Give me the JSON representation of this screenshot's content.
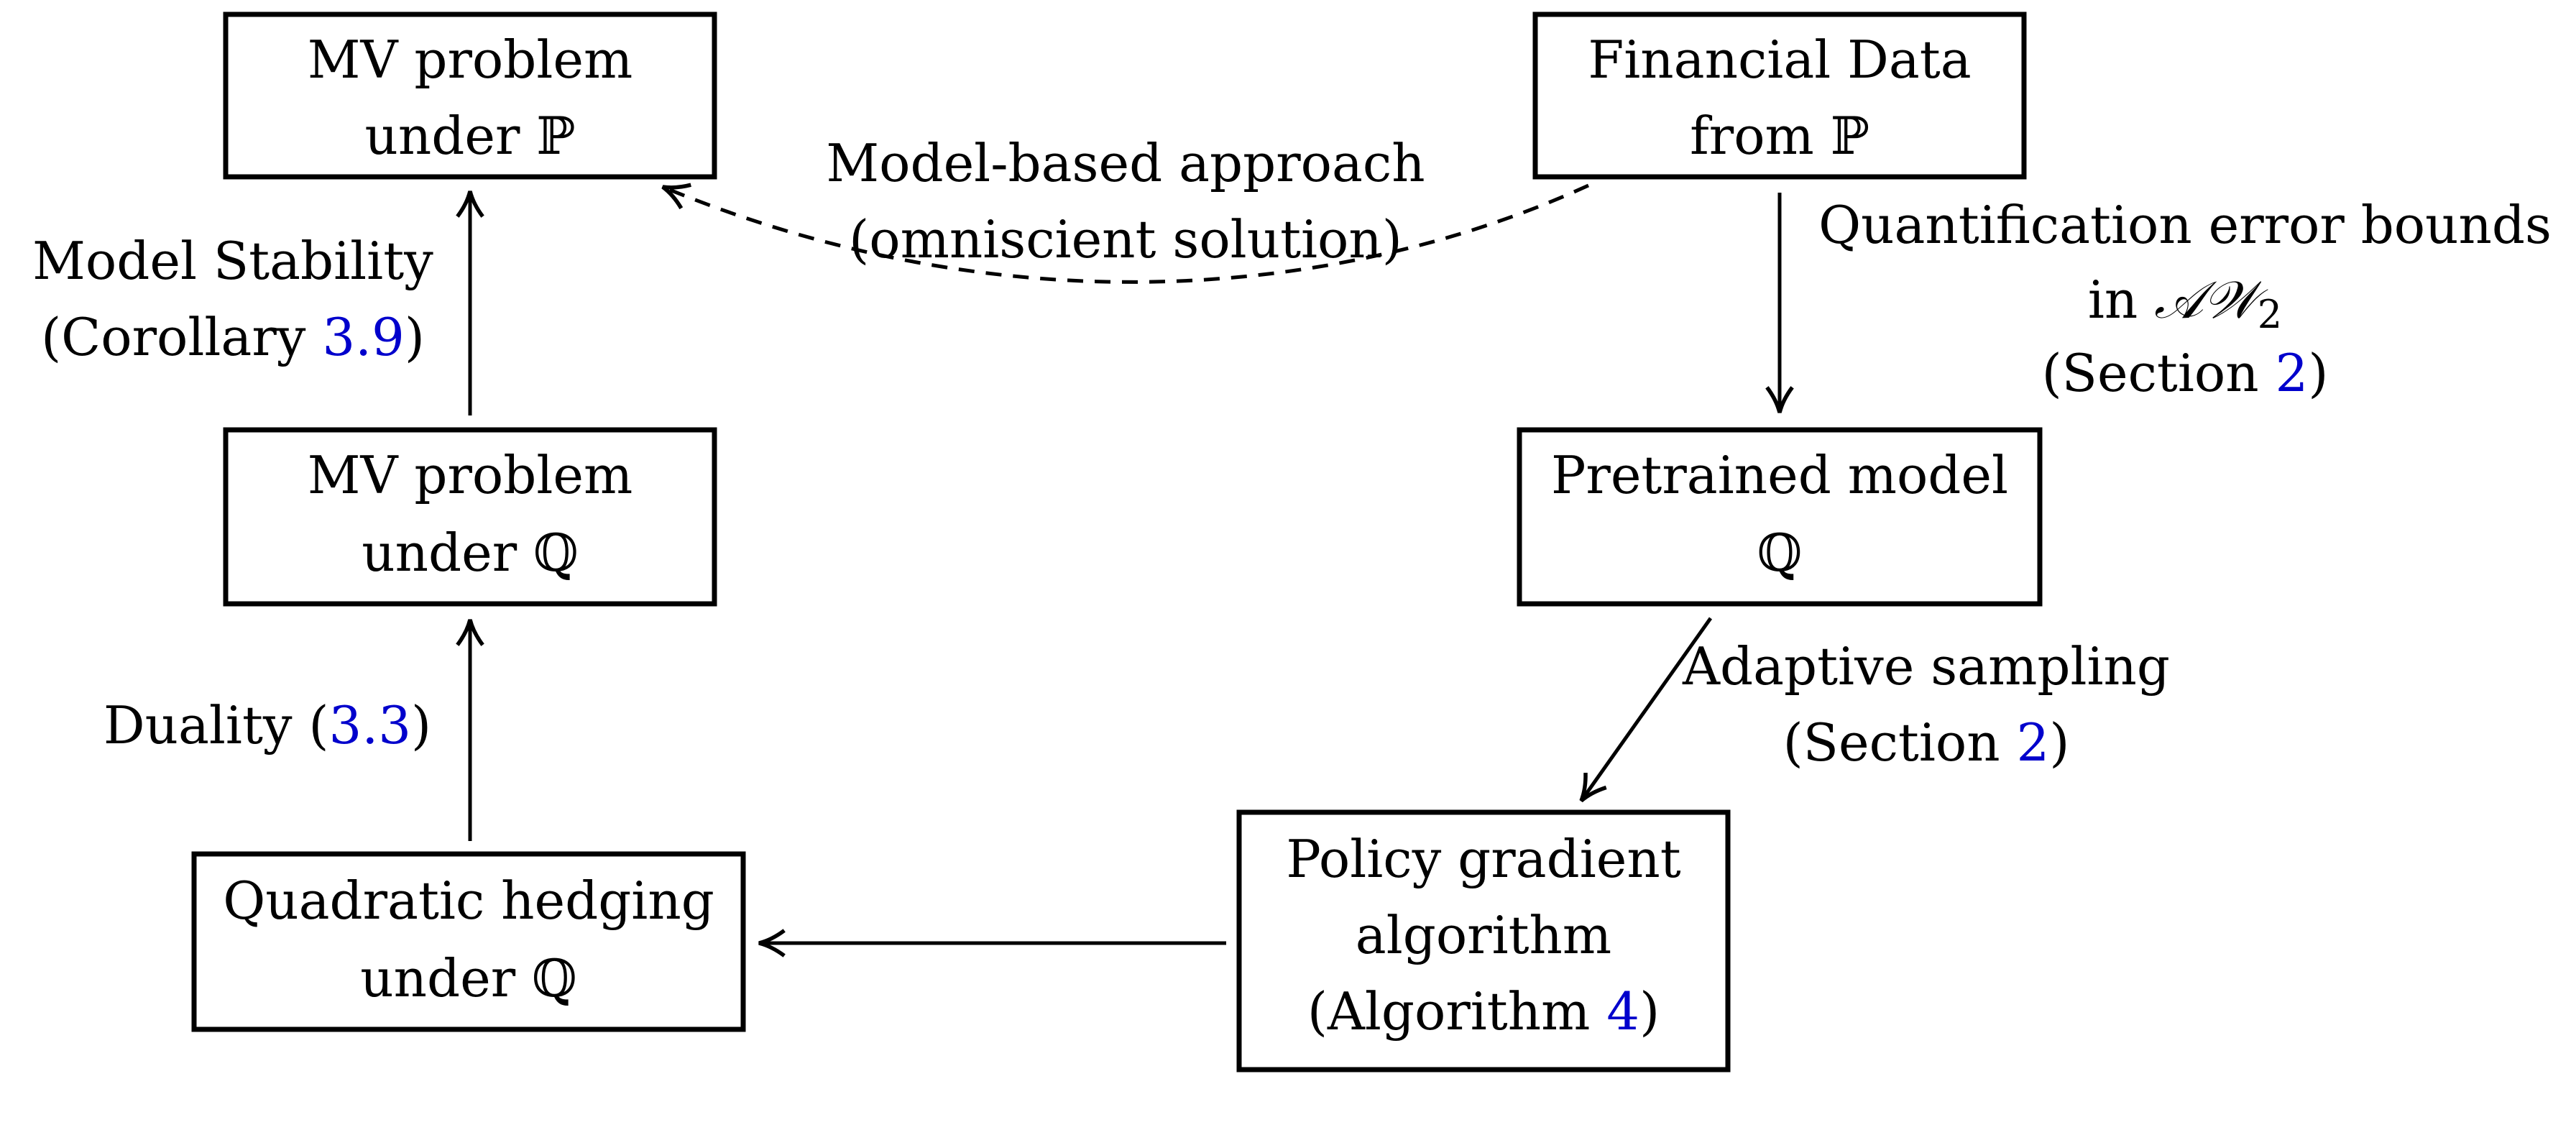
{
  "colors": {
    "text": "#000000",
    "reference_link": "#0000cc",
    "box_border": "#000000",
    "background": "#ffffff"
  },
  "nodes": {
    "mv_p": {
      "line1": "MV problem",
      "line2_prefix": "under ",
      "line2_symbol": "ℙ"
    },
    "financial_data": {
      "line1": "Financial Data",
      "line2_prefix": "from ",
      "line2_symbol": "ℙ"
    },
    "mv_q": {
      "line1": "MV problem",
      "line2_prefix": "under ",
      "line2_symbol": "ℚ"
    },
    "pretrained": {
      "line1": "Pretrained model",
      "line2_symbol": "ℚ"
    },
    "quadratic": {
      "line1": "Quadratic hedging",
      "line2_prefix": "under ",
      "line2_symbol": "ℚ"
    },
    "policy": {
      "line1": "Policy gradient",
      "line2": "algorithm",
      "line3_prefix": "(Algorithm ",
      "line3_ref": "4",
      "line3_suffix": ")"
    }
  },
  "edges": {
    "model_based": {
      "line1": "Model-based approach",
      "line2": "(omniscient solution)",
      "style": "dashed"
    },
    "model_stability": {
      "line1": "Model Stability",
      "line2_prefix": "(Corollary ",
      "line2_ref": "3.9",
      "line2_suffix": ")"
    },
    "quantification": {
      "line1": "Quantification error bounds",
      "line2_prefix": "in ",
      "line2_math": "𝒜𝒲",
      "line2_sub": "2",
      "line3_prefix": "(Section ",
      "line3_ref": "2",
      "line3_suffix": ")"
    },
    "duality": {
      "prefix": "Duality (",
      "ref": "3.3",
      "suffix": ")"
    },
    "adaptive": {
      "line1": "Adaptive sampling",
      "line2_prefix": "(Section ",
      "line2_ref": "2",
      "line2_suffix": ")"
    }
  }
}
